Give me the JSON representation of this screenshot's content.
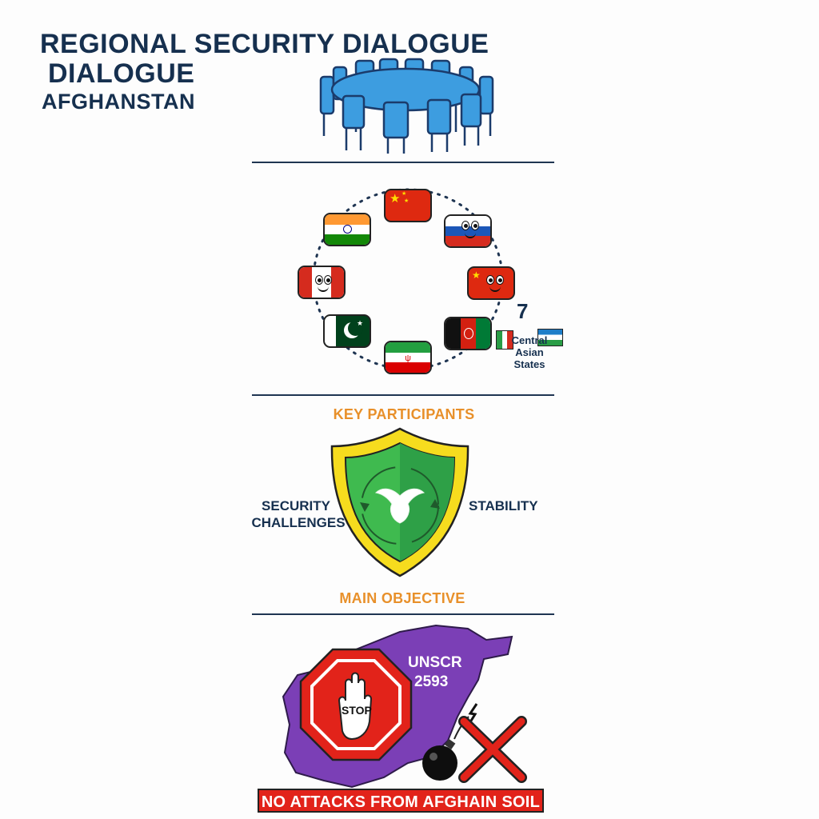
{
  "header": {
    "title_line1": "REGIONAL SECURITY DIALOGUE",
    "title_line2": "DIALOGUE",
    "title_line3": "AFGHANSTAN"
  },
  "participants": {
    "count": "7",
    "group_label_line1": "Central",
    "group_label_line2": "Asian",
    "group_label_line3": "States",
    "section_label": "KEY PARTICIPANTS"
  },
  "objective": {
    "left_line1": "SECURITY",
    "left_line2": "CHALLENGES",
    "right": "STABILITY",
    "section_label": "MAIN OBJECTIVE"
  },
  "ban": {
    "resolution_line1": "UNSCR",
    "resolution_line2": "2593",
    "stop_label": "STOP",
    "banner": "NO ATTACKS FROM AFGHAIN SOIL"
  },
  "colors": {
    "navy": "#16304f",
    "orange": "#e8902a",
    "red": "#e2231a",
    "green": "#2fa84f",
    "purple": "#7a3fb5",
    "table_blue": "#3d9de0"
  },
  "icons": [
    "round-table-icon",
    "flag-icons",
    "shield-dove-icon",
    "stop-hand-icon",
    "bomb-icon",
    "cross-icon",
    "afghanistan-map-icon"
  ]
}
